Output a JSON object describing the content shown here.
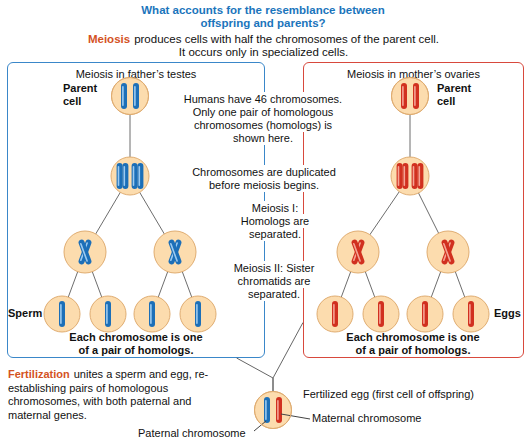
{
  "diagram": {
    "title": "What accounts for the resemblance between offspring and parents?",
    "nodes": [
      {
        "text": [
          "Meiosis in father’s testes"
        ]
      },
      {
        "text": [
          "Parent cell"
        ],
        "in": 0
      },
      {
        "text": [
          "Meiosis in mother’s ovaries"
        ]
      },
      {
        "text": [
          "Parent cell"
        ],
        "in": 2
      },
      {
        "text": [
          "Fertilized egg (first cell of offspring)"
        ]
      }
    ],
    "edges": [
      {
        "from": 0,
        "to": 4,
        "arrow": "none"
      },
      {
        "from": 2,
        "to": 4,
        "arrow": "none"
      }
    ],
    "labels": [
      "Meiosis",
      "produces cells with half the chromosomes of the parent cell. It occurs only in specialized cells.",
      "Humans have 46 chromosomes. Only one pair of homologous chromosomes (homologs) is shown here.",
      "Chromosomes are duplicated before meiosis begins.",
      "Meiosis I: Homologs are separated.",
      "Meiosis II: Sister chromatids are separated.",
      "Sperm",
      "Eggs",
      "Each chromosome is one of a pair of homologs.",
      "Each chromosome is one of a pair of homologs.",
      "Fertilization",
      "unites a sperm and egg, re-establishing pairs of homologous chromosomes, with both paternal and maternal genes.",
      "Maternal chromosome",
      "Paternal chromosome"
    ]
  }
}
